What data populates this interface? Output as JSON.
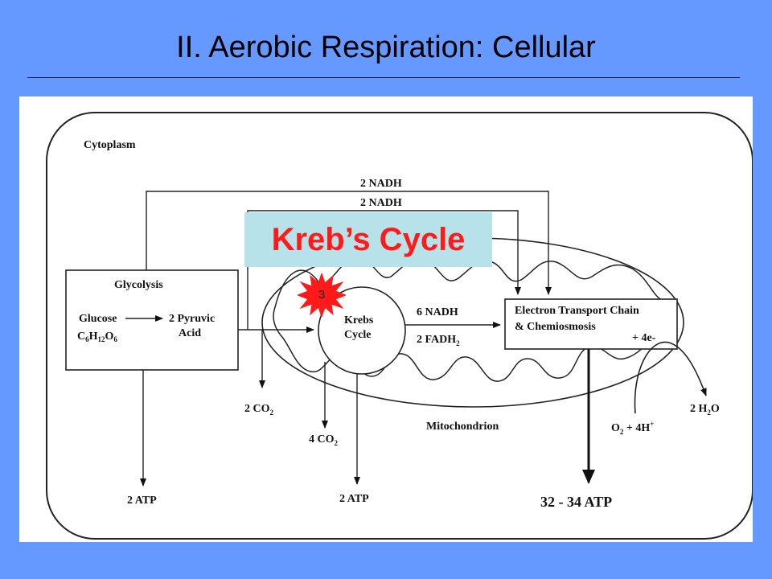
{
  "slide": {
    "title": "II. Aerobic Respiration: Cellular"
  },
  "diagram": {
    "cytoplasm_label": "Cytoplasm",
    "nadh_top_1": "2 NADH",
    "nadh_top_2": "2 NADH",
    "glycolysis": {
      "title": "Glycolysis",
      "glucose": "Glucose",
      "formula_c": "C",
      "formula_c_sub": "6",
      "formula_h": "H",
      "formula_h_sub": "12",
      "formula_o": "O",
      "formula_o_sub": "6",
      "pyruvic_1": "2 Pyruvic",
      "pyruvic_2": "Acid"
    },
    "krebs": {
      "line1": "Krebs",
      "line2": "Cycle"
    },
    "nadh_6": "6 NADH",
    "fadh_2": "2 FADH",
    "fadh_sub": "2",
    "etc": {
      "line1": "Electron Transport Chain",
      "line2": "& Chemiosmosis",
      "electrons": "+ 4e-"
    },
    "co2_2": "2 CO",
    "co2_2_sub": "2",
    "co2_4": "4 CO",
    "co2_4_sub": "2",
    "mitochondrion": "Mitochondrion",
    "oxygen": "O",
    "oxygen_sub": "2",
    "hydrogen": " + 4H",
    "hydrogen_sup": "+",
    "water": "2 H",
    "water_sub": "2",
    "water_o": "O",
    "atp_glycolysis": "2 ATP",
    "atp_krebs": "2 ATP",
    "atp_etc": "32 - 34 ATP"
  },
  "highlight": {
    "label": "Kreb’s Cycle",
    "background": "#b8e2ea",
    "color": "#ff1a1a"
  },
  "badge": {
    "number": "3",
    "color": "#ff1a1a"
  },
  "colors": {
    "slide_background": "#6699ff",
    "panel_background": "#ffffff"
  }
}
